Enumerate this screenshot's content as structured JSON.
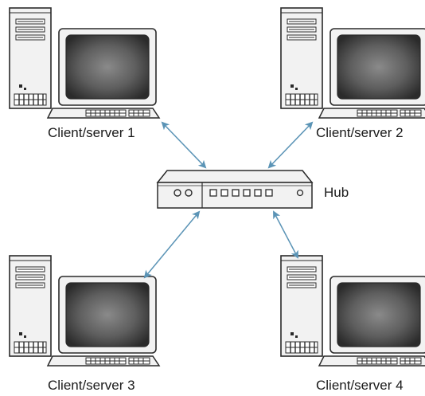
{
  "nodes": [
    {
      "id": "client-server-1",
      "label": "Client/server 1"
    },
    {
      "id": "client-server-2",
      "label": "Client/server 2"
    },
    {
      "id": "client-server-3",
      "label": "Client/server 3"
    },
    {
      "id": "client-server-4",
      "label": "Client/server 4"
    }
  ],
  "hub": {
    "label": "Hub"
  },
  "colors": {
    "arrow": "#5b94b6",
    "outline": "#2a2a2a",
    "screen_center": "#8a8a8a",
    "screen_edge": "#2b2b2b",
    "case_fill": "#f2f2f2"
  },
  "icons": [
    "computer-icon",
    "hub-icon",
    "double-arrow-icon"
  ]
}
